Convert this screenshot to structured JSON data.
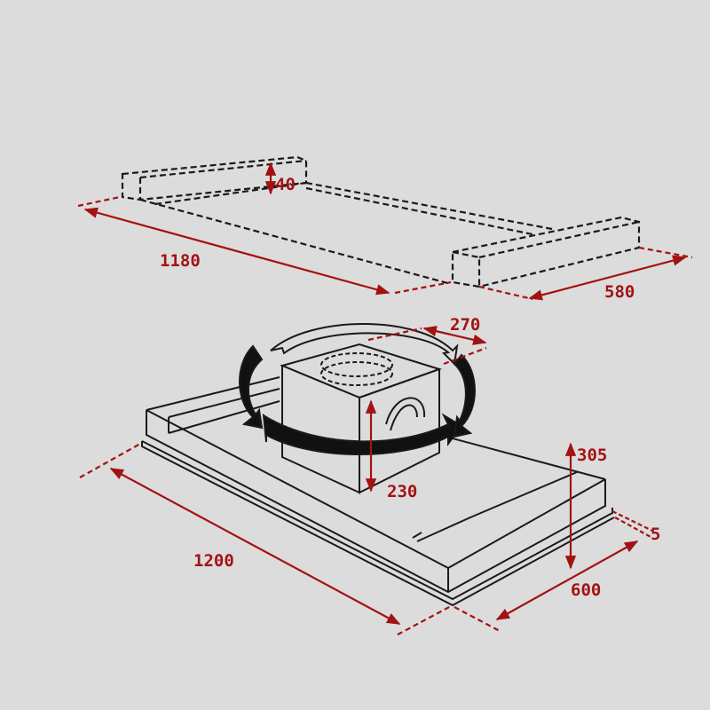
{
  "colors": {
    "background": "#dcdcdc",
    "line": "#1a1a1a",
    "dimension": "#a31212"
  },
  "frame_dimensions": {
    "height": "40",
    "length": "1180",
    "depth": "580"
  },
  "hood_dimensions": {
    "motor_width": "270",
    "total_height": "305",
    "motor_height": "230",
    "lip": "5",
    "length": "1200",
    "depth": "600"
  }
}
